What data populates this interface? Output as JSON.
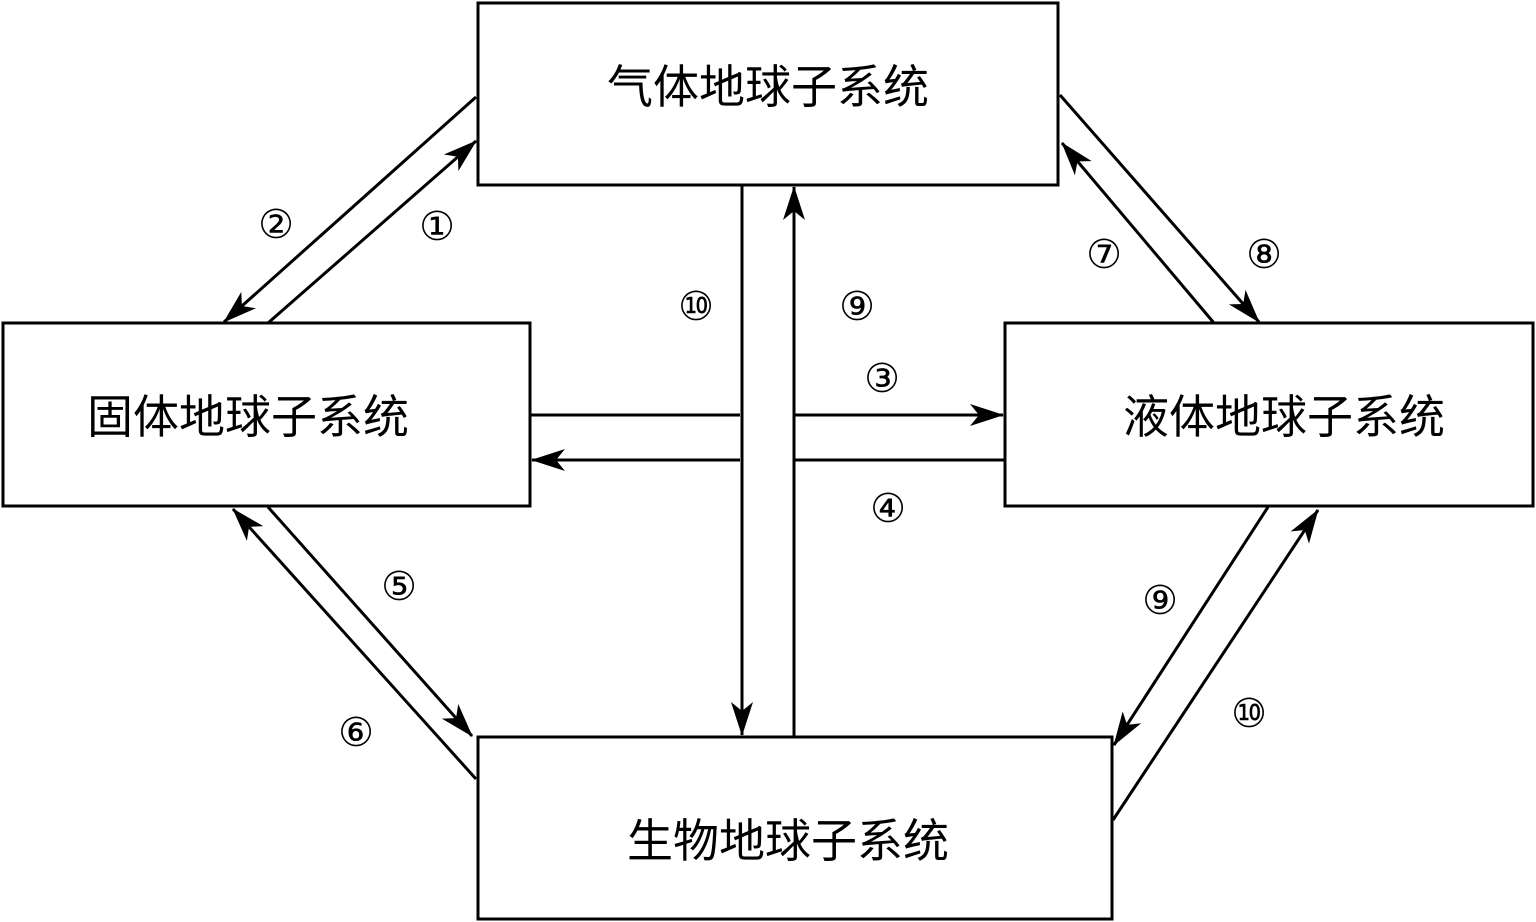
{
  "diagram": {
    "title": "",
    "nodes": [
      {
        "id": "gas",
        "label": "气体地球子系统"
      },
      {
        "id": "solid",
        "label": "固体地球子系统"
      },
      {
        "id": "liquid",
        "label": "液体地球子系统"
      },
      {
        "id": "bio",
        "label": "生物地球子系统"
      }
    ],
    "edges": [
      {
        "id": "e1",
        "label": "①",
        "from": "solid",
        "to": "gas"
      },
      {
        "id": "e2",
        "label": "②",
        "from": "gas",
        "to": "solid"
      },
      {
        "id": "e3",
        "label": "③",
        "from": "solid",
        "to": "liquid"
      },
      {
        "id": "e4",
        "label": "④",
        "from": "liquid",
        "to": "solid"
      },
      {
        "id": "e5",
        "label": "⑤",
        "from": "solid",
        "to": "bio"
      },
      {
        "id": "e6",
        "label": "⑥",
        "from": "bio",
        "to": "solid"
      },
      {
        "id": "e7",
        "label": "⑦",
        "from": "liquid",
        "to": "gas"
      },
      {
        "id": "e8",
        "label": "⑧",
        "from": "gas",
        "to": "liquid"
      },
      {
        "id": "e9a",
        "label": "⑨",
        "from": "bio",
        "to": "gas"
      },
      {
        "id": "e10a",
        "label": "⑩",
        "from": "gas",
        "to": "bio"
      },
      {
        "id": "e9b",
        "label": "⑨",
        "from": "liquid",
        "to": "bio"
      },
      {
        "id": "e10b",
        "label": "⑩",
        "from": "bio",
        "to": "liquid"
      }
    ]
  }
}
